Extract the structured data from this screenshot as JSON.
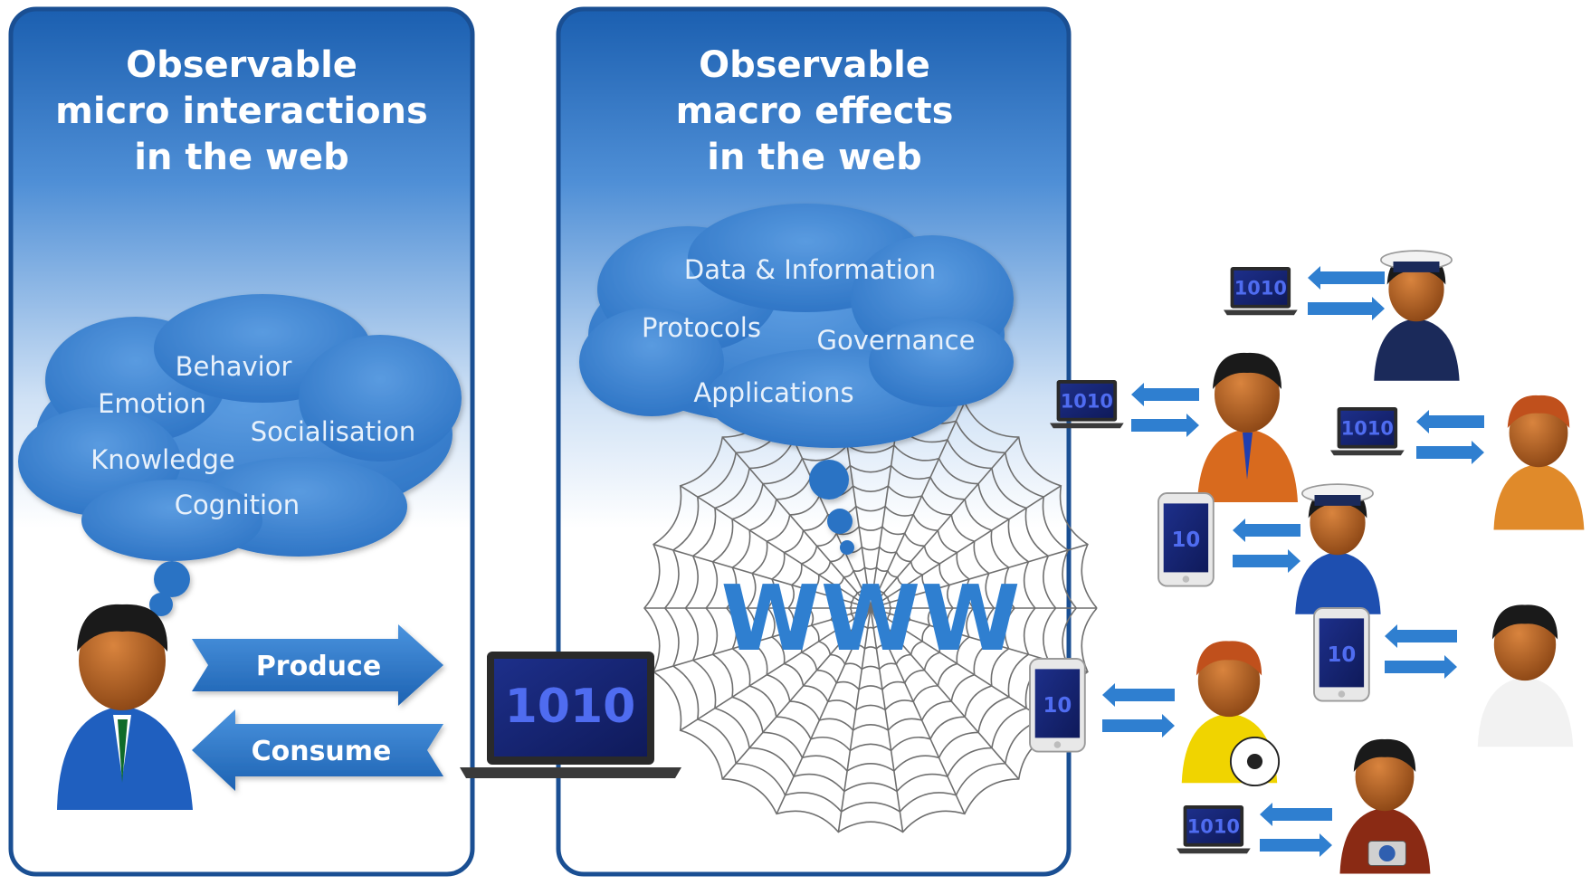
{
  "left_panel": {
    "title_lines": [
      "Observable",
      "micro interactions",
      "in the web"
    ],
    "cloud_terms": [
      "Behavior",
      "Emotion",
      "Socialisation",
      "Knowledge",
      "Cognition"
    ],
    "arrows": {
      "produce": "Produce",
      "consume": "Consume"
    }
  },
  "center_panel": {
    "title_lines": [
      "Observable",
      "macro effects",
      "in the web"
    ],
    "cloud_terms": [
      "Data & Information",
      "Protocols",
      "Governance",
      "Applications"
    ],
    "web_label": "WWW"
  },
  "device_screen_text": "1010",
  "colors": {
    "panel_blue": "#1e63b4",
    "accent_blue": "#2f7fd0",
    "cloud_blue": "#3b86d3"
  }
}
